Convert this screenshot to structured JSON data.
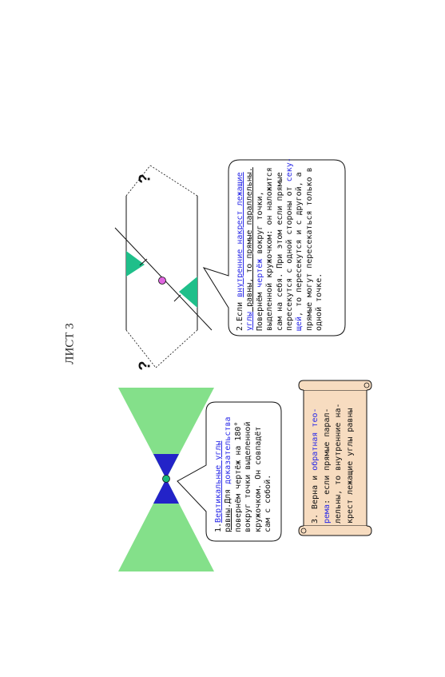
{
  "page": {
    "title": "ЛИСТ 3"
  },
  "figures": {
    "top_question_mark": "?",
    "bottom_question_mark": "?"
  },
  "card1": {
    "lines": [
      [
        {
          "t": "1.",
          "c": ""
        },
        {
          "t": "Вертикальные углы",
          "c": "blue u"
        }
      ],
      [
        {
          "t": "равны",
          "c": "u"
        },
        {
          "t": ".Для ",
          "c": ""
        },
        {
          "t": "доказательства",
          "c": "blue"
        }
      ],
      [
        {
          "t": "повернём чертёж на 180°",
          "c": ""
        }
      ],
      [
        {
          "t": "вокруг точки выделенной",
          "c": ""
        }
      ],
      [
        {
          "t": "кружочком. Он совпадёт",
          "c": ""
        }
      ],
      [
        {
          "t": "сам с собой.",
          "c": ""
        }
      ]
    ]
  },
  "card2": {
    "lines": [
      [
        {
          "t": "2.Если ",
          "c": ""
        },
        {
          "t": "внутренние накрест лежащие",
          "c": "blue u"
        }
      ],
      [
        {
          "t": "углы",
          "c": "blue u"
        },
        {
          "t": " равны, то прямые параллельны.",
          "c": "u"
        }
      ],
      [
        {
          "t": "Повернём ",
          "c": ""
        },
        {
          "t": "чертёж",
          "c": "blue"
        },
        {
          "t": " вокруг точки,",
          "c": ""
        }
      ],
      [
        {
          "t": "выделенной кружочком: он наложится",
          "c": ""
        }
      ],
      [
        {
          "t": "сам на себя. При этом если прямые",
          "c": ""
        }
      ],
      [
        {
          "t": "пересекутся с одной стороны от ",
          "c": ""
        },
        {
          "t": "секу-",
          "c": "blue"
        }
      ],
      [
        {
          "t": "щей",
          "c": "blue"
        },
        {
          "t": ", то пересекутся и с другой, а",
          "c": ""
        }
      ],
      [
        {
          "t": "прямые могут пересекаться только в",
          "c": ""
        }
      ],
      [
        {
          "t": "одной точке.",
          "c": ""
        }
      ]
    ]
  },
  "card3": {
    "lines": [
      [
        {
          "t": "3. Верна и ",
          "c": ""
        },
        {
          "t": "обратная тео-",
          "c": "blue"
        }
      ],
      [
        {
          "t": "рема",
          "c": "blue"
        },
        {
          "t": ": если прямые парал-",
          "c": ""
        }
      ],
      [
        {
          "t": "лельны, то внутренние на-",
          "c": ""
        }
      ],
      [
        {
          "t": "крест лежащие углы равны",
          "c": ""
        }
      ]
    ]
  },
  "colors": {
    "green_angle": "#84e08a",
    "blue_angle": "#2323c8",
    "teal_angle": "#1fbf8a",
    "center_dot": "#1ab87a",
    "pink_dot": "#e066e0",
    "scroll_fill": "#f7dcc0"
  }
}
